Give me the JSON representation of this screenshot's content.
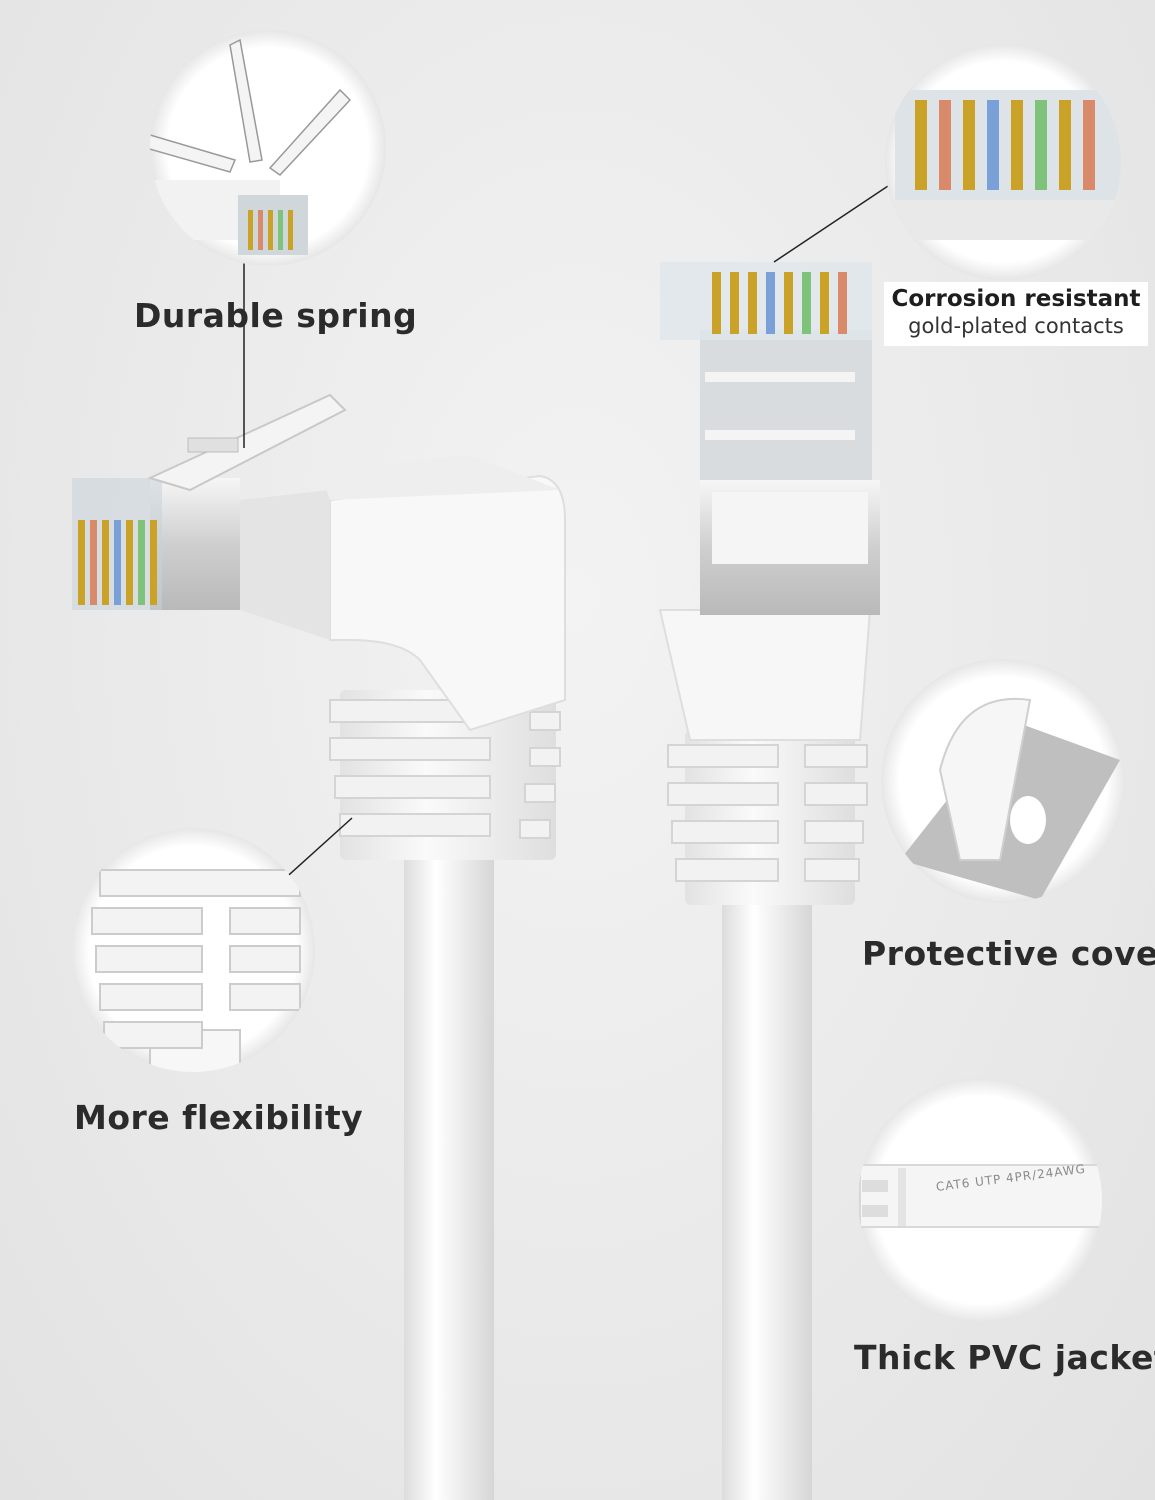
{
  "labels": {
    "durable_spring": "Durable spring",
    "corrosion_title": "Corrosion resistant",
    "corrosion_sub": "gold-plated contacts",
    "protective_cover": "Protective cover",
    "more_flexibility": "More flexibility",
    "thick_pvc": "Thick PVC jacket"
  },
  "cable_print": "CAT6  UTP  4PR/24AWG",
  "colors": {
    "background": "#ebebeb",
    "connector_white": "#f7f7f7",
    "gold": "#c9a227",
    "text": "#2b2b2b"
  },
  "wire_colors": [
    "#d98a6a",
    "#c9a227",
    "#7aa0d8",
    "#c9a227",
    "#7fc27a",
    "#c9a227",
    "#d0a070",
    "#b88060"
  ]
}
